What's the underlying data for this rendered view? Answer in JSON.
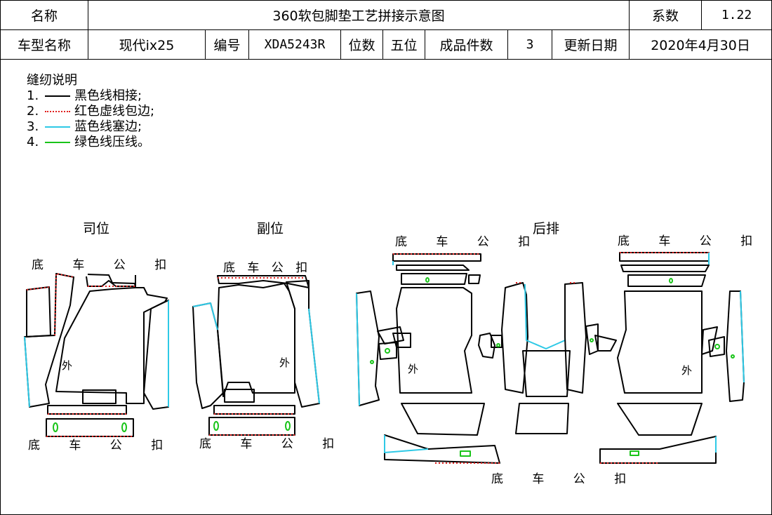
{
  "header": {
    "name_label": "名称",
    "title": "360软包脚垫工艺拼接示意图",
    "coef_label": "系数",
    "coef_value": "1.22",
    "model_label": "车型名称",
    "model_value": "现代ix25",
    "code_label": "编号",
    "code_value": "XDA5243R",
    "seats_label": "位数",
    "seats_value": "五位",
    "pieces_label": "成品件数",
    "pieces_value": "3",
    "date_label": "更新日期",
    "date_value": "2020年4月30日"
  },
  "legend": {
    "title": "缝纫说明",
    "items": [
      {
        "num": "1.",
        "text": "黑色线相接;",
        "color": "#000000",
        "style": "solid"
      },
      {
        "num": "2.",
        "text": "红色虚线包边;",
        "color": "#e0201e",
        "style": "dotted"
      },
      {
        "num": "3.",
        "text": "蓝色线塞边;",
        "color": "#2ec9e6",
        "style": "solid"
      },
      {
        "num": "4.",
        "text": "绿色线压线。",
        "color": "#19c419",
        "style": "solid"
      }
    ]
  },
  "sections": {
    "driver": "司位",
    "passenger": "副位",
    "rear": "后排"
  },
  "labels": {
    "clip_spaced": "底 车 公 扣",
    "outer": "外"
  },
  "colors": {
    "black": "#000000",
    "red": "#e0201e",
    "cyan": "#2ec9e6",
    "green": "#19c419"
  }
}
